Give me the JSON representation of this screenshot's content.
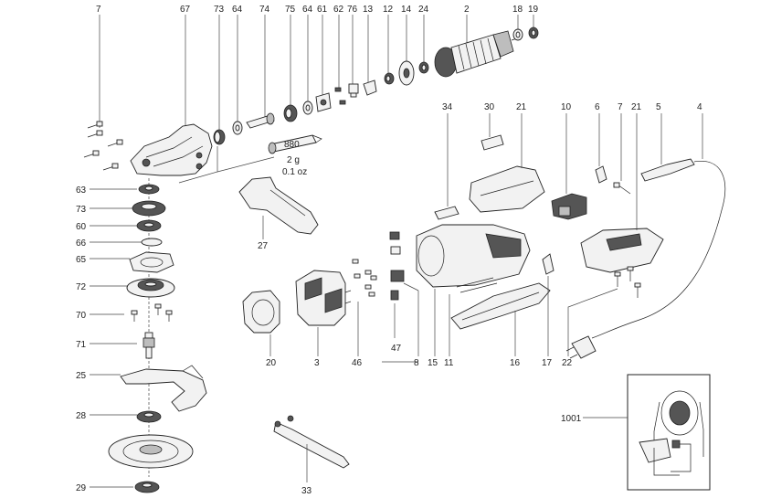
{
  "labels": {
    "p7a": "7",
    "p67": "67",
    "p73a": "73",
    "p64a": "64",
    "p74": "74",
    "p75": "75",
    "p64b": "64",
    "p61": "61",
    "p62": "62",
    "p76": "76",
    "p13": "13",
    "p12": "12",
    "p14": "14",
    "p24": "24",
    "p2": "2",
    "p18": "18",
    "p19": "19",
    "p34": "34",
    "p30": "30",
    "p21a": "21",
    "p10": "10",
    "p6": "6",
    "p7b": "7",
    "p21b": "21",
    "p5": "5",
    "p4": "4",
    "p63": "63",
    "p73b": "73",
    "p60": "60",
    "p66": "66",
    "p65": "65",
    "p72": "72",
    "p70": "70",
    "p71": "71",
    "p25": "25",
    "p28": "28",
    "p29": "29",
    "p27": "27",
    "p20": "20",
    "p3": "3",
    "p46": "46",
    "p47": "47",
    "p8": "8",
    "p15": "15",
    "p11": "11",
    "p16": "16",
    "p17": "17",
    "p22": "22",
    "p1001": "1001",
    "p33": "33"
  },
  "grease_note": {
    "code": "880",
    "amount": "2 g",
    "amount_oz": "0.1 oz"
  }
}
